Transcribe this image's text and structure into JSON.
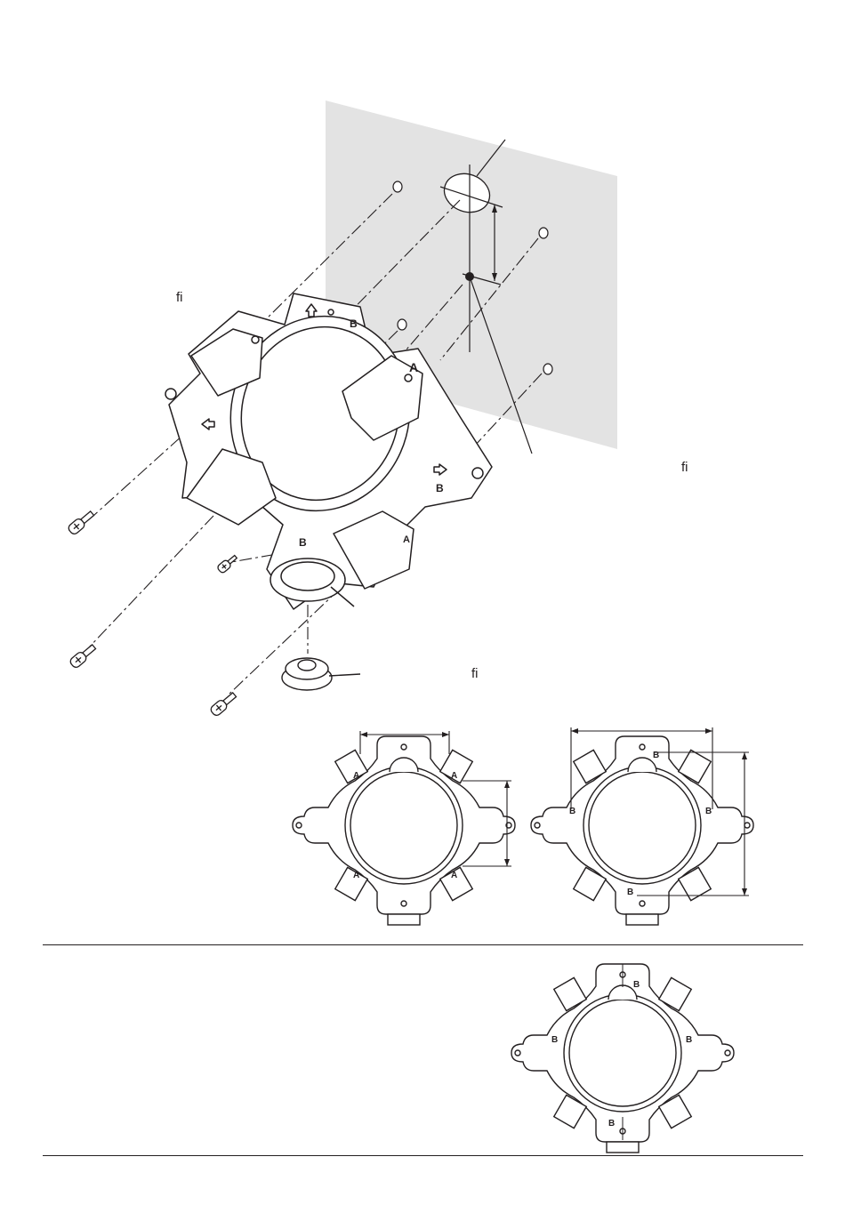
{
  "labels": {
    "callout_1": "fi",
    "callout_2": "fi",
    "callout_3": "fi"
  },
  "bracket_marks": {
    "a": "A",
    "b": "B"
  },
  "colors": {
    "wall": "#e3e3e3",
    "line": "#231f20",
    "rule": "#231f20"
  }
}
